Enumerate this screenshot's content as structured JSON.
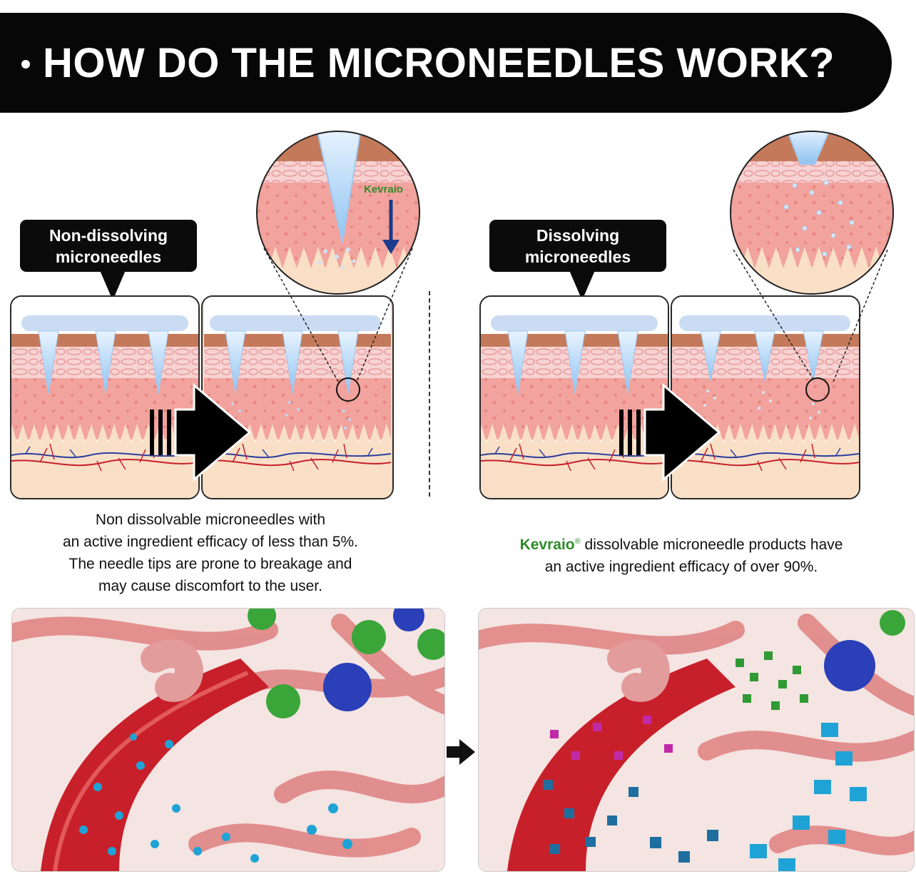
{
  "header": {
    "title": "HOW DO THE MICRONEEDLES WORK?"
  },
  "left": {
    "callout_line1": "Non-dissolving",
    "callout_line2": "microneedles",
    "zoom_brand": "Kevraio",
    "description": [
      "Non dissolvable microneedles with",
      "an active ingredient efficacy of less than 5%.",
      "The needle tips are prone to breakage and",
      "may cause discomfort to the user."
    ]
  },
  "right": {
    "callout_line1": "Dissolving",
    "callout_line2": "microneedles",
    "brand": "Kevraio",
    "brand_mark": "®",
    "description_line1_suffix": " dissolvable microneedle products have",
    "description_line2": "an active ingredient efficacy of over 90%."
  },
  "colors": {
    "banner": "#070707",
    "brand_green": "#2e8b2a",
    "skin_pink": "#f3a9a2",
    "vessel_red": "#c8202a",
    "particle_blue": "#1fa3d6"
  },
  "icons": [
    "arrow-right-icon",
    "magnifier-circle-icon",
    "down-arrow-icon",
    "leaf-icon"
  ]
}
